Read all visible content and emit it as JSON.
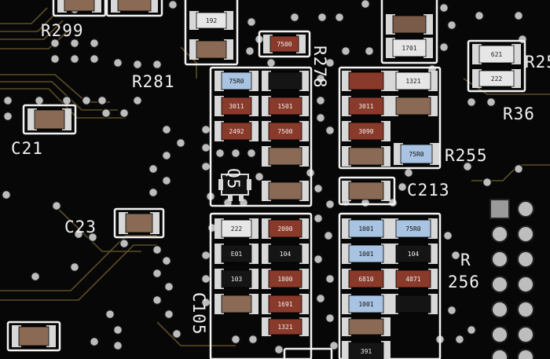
{
  "photo": {
    "board_color": "#070707",
    "silkscreen_color": "#f2f2f2",
    "pad_color": "#d8d8d8",
    "trace_color": "#6b5a2a"
  },
  "silkscreen_labels": {
    "r299": "R299",
    "r278": "R278",
    "r281": "R281",
    "r25": "R25",
    "r36": "R36",
    "c21": "C21",
    "c23": "C23",
    "q5": "Q5",
    "r255": "R255",
    "c213": "C213",
    "r256a": "R",
    "r256b": "256",
    "c105": "C105"
  },
  "component_codes": {
    "a1": "192",
    "a2": "7500",
    "a3": "1701",
    "a4": "621",
    "a5": "222",
    "a6": "75R0",
    "a7": "1321",
    "a8": "3011",
    "a9": "1501",
    "a10": "3011",
    "a11": "2492",
    "a12": "7500",
    "a13": "3090",
    "a14": "75R0",
    "b1": "222",
    "b2": "2000",
    "b3": "1001",
    "b4": "75R0",
    "b5": "E01",
    "b6": "104",
    "b7": "1001",
    "b8": "104",
    "b9": "103",
    "b10": "1800",
    "b11": "6810",
    "b12": "4871",
    "b13": "1001",
    "b14": "1691",
    "b15": "1321",
    "b16": "391"
  }
}
